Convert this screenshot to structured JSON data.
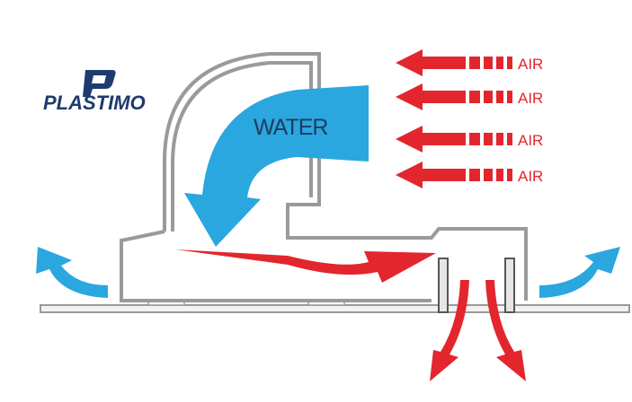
{
  "logo": {
    "text": "PLASTIMO"
  },
  "labels": {
    "water": "WATER",
    "air": [
      "AIR",
      "AIR",
      "AIR",
      "AIR"
    ]
  },
  "colors": {
    "water": "#2aa7df",
    "air": "#e3262d",
    "outline": "#9a9a9a",
    "logo": "#1f3a6e"
  }
}
